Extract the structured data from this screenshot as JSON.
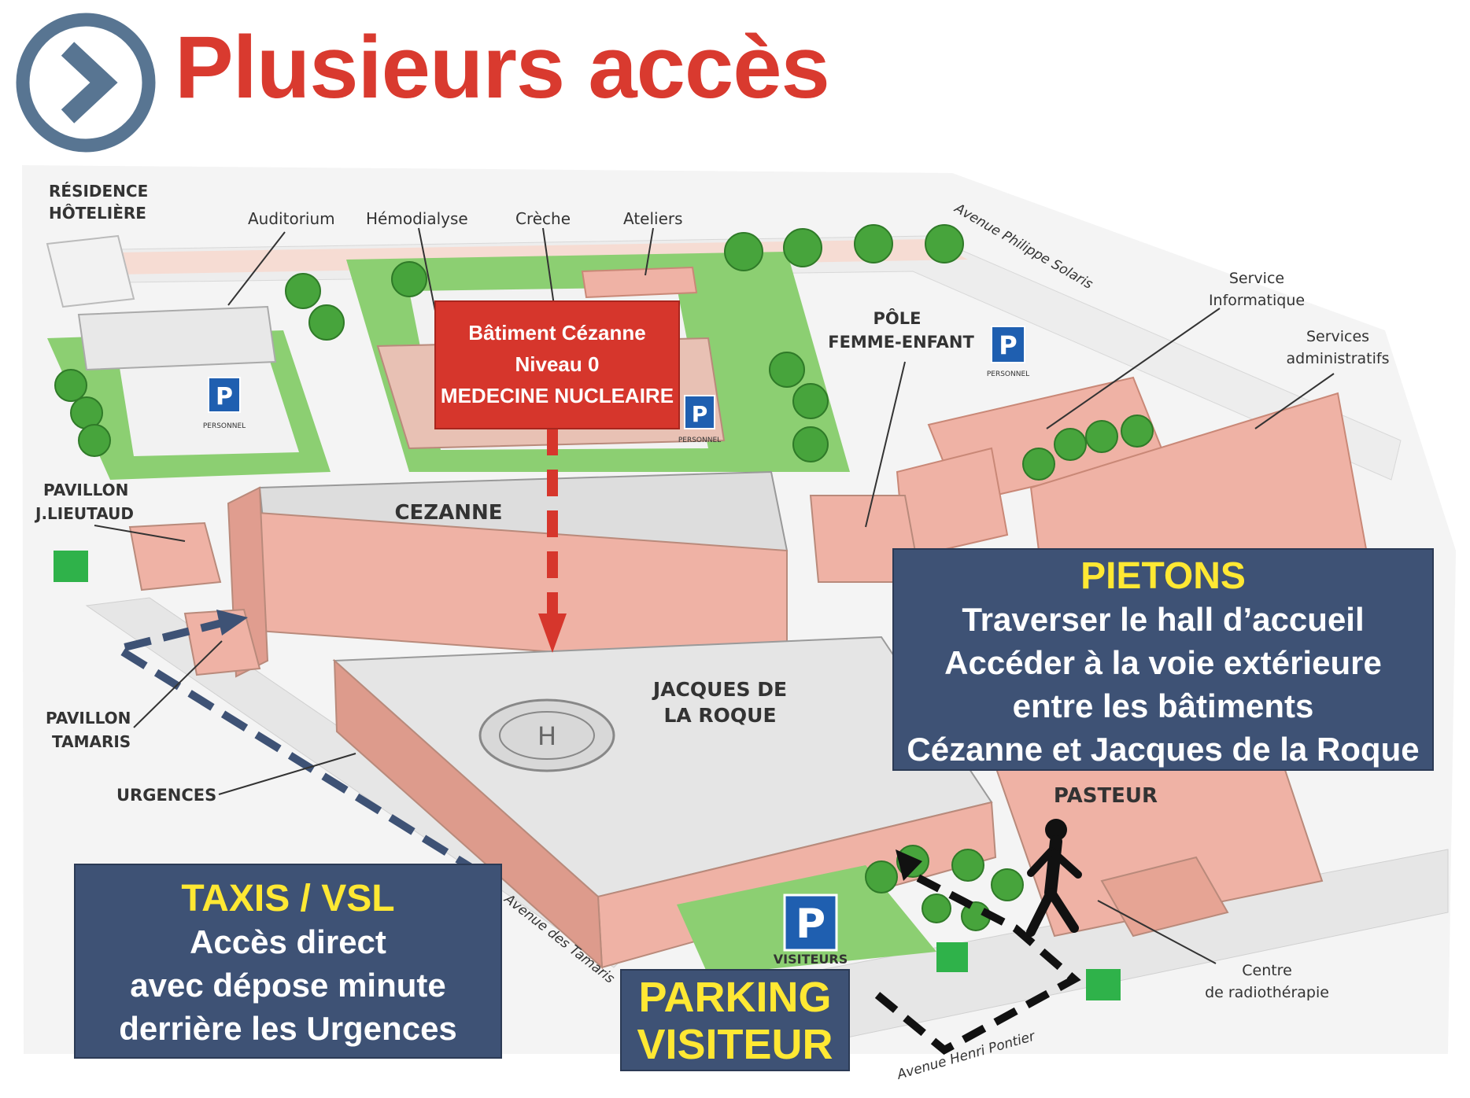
{
  "title": "Plusieurs accès",
  "colors": {
    "title_red": "#d93a2f",
    "panel_blue": "#3e5275",
    "highlight_yellow": "#ffe833",
    "building_pink": "#efb2a5",
    "lawn_green": "#8ccf72",
    "parking_blue": "#1f5fb0",
    "bus_green": "#2fb24a"
  },
  "icons": {
    "header": "chevron-right-circle-icon",
    "parking": "parking-sign-icon",
    "bus": "bus-stop-icon",
    "pedestrian": "pedestrian-icon",
    "helipad": "helipad-icon"
  },
  "callout_cezanne": {
    "line1": "Bâtiment Cézanne",
    "line2": "Niveau 0",
    "line3": "MEDECINE NUCLEAIRE"
  },
  "panel_pietons": {
    "heading": "PIETONS",
    "line1": "Traverser le hall d’accueil",
    "line2": "Accéder à la voie extérieure",
    "line3": "entre les bâtiments",
    "line4": "Cézanne et Jacques de la Roque"
  },
  "panel_taxis": {
    "heading": "TAXIS / VSL",
    "line1": "Accès direct",
    "line2": "avec dépose minute",
    "line3": "derrière les Urgences"
  },
  "panel_parking": {
    "line1": "PARKING",
    "line2": "VISITEUR"
  },
  "map_labels": {
    "residence_1": "RÉSIDENCE",
    "residence_2": "HÔTELIÈRE",
    "auditorium": "Auditorium",
    "hemodialyse": "Hémodialyse",
    "creche": "Crèche",
    "ateliers": "Ateliers",
    "pole_1": "PÔLE",
    "pole_2": "FEMME-ENFANT",
    "service_info_1": "Service",
    "service_info_2": "Informatique",
    "services_admin_1": "Services",
    "services_admin_2": "administratifs",
    "pavillon_lieutaud_1": "PAVILLON",
    "pavillon_lieutaud_2": "J.LIEUTAUD",
    "pavillon_tamaris_1": "PAVILLON",
    "pavillon_tamaris_2": "TAMARIS",
    "urgences": "URGENCES",
    "cezanne": "CEZANNE",
    "jacques_1": "JACQUES DE",
    "jacques_2": "LA ROQUE",
    "pasteur": "PASTEUR",
    "centre_radio_1": "Centre",
    "centre_radio_2": "de radiothérapie",
    "avenue_solaris": "Avenue Philippe Solaris",
    "avenue_tamaris": "Avenue des Tamaris",
    "avenue_pontier": "Avenue Henri Pontier",
    "parking_personnel": "PERSONNEL",
    "parking_visiteurs": "VISITEURS",
    "parking_letter": "P"
  }
}
